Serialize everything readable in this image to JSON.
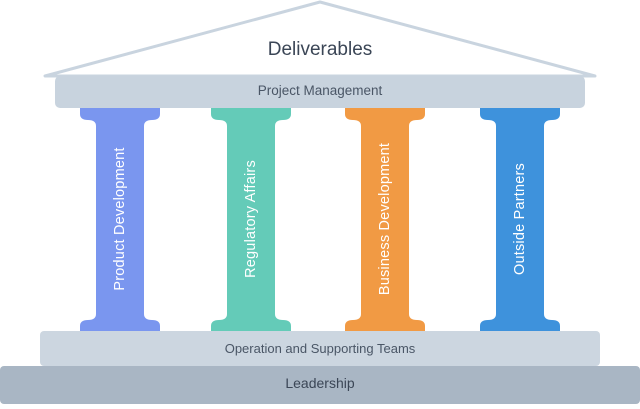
{
  "roof": {
    "title": "Deliverables",
    "stroke": "#c9d4df"
  },
  "beam": {
    "label": "Project Management",
    "color": "#c8d3de"
  },
  "pillars": [
    {
      "label": "Product Development",
      "color": "#7a96ef",
      "icon": "pillar-icon"
    },
    {
      "label": "Regulatory Affairs",
      "color": "#64cbb8",
      "icon": "pillar-icon"
    },
    {
      "label": "Business Development",
      "color": "#f19a44",
      "icon": "pillar-icon"
    },
    {
      "label": "Outside Partners",
      "color": "#3e92dc",
      "icon": "pillar-icon"
    }
  ],
  "base": {
    "label": "Operation and Supporting Teams",
    "color": "#ccd6e0"
  },
  "foundation": {
    "label": "Leadership",
    "color": "#a9b6c4"
  }
}
